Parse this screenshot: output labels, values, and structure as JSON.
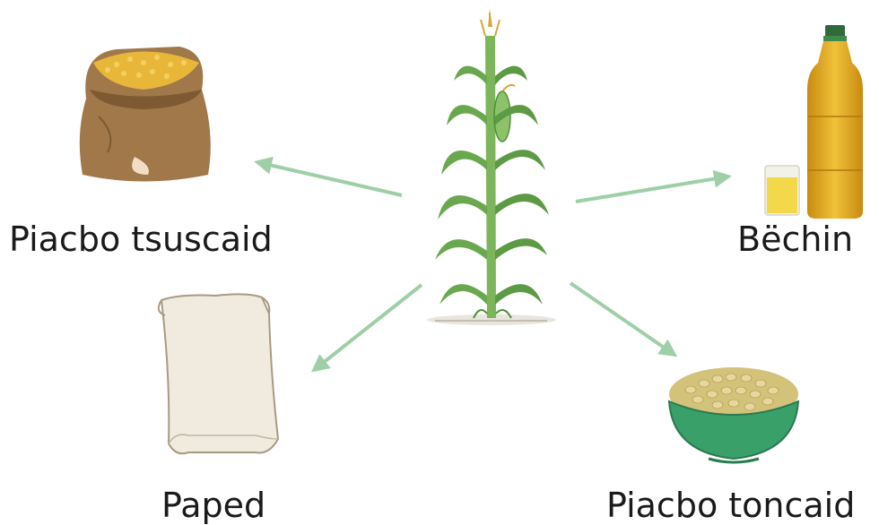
{
  "labels": {
    "sack": "Piacbo tsuscaid",
    "oil": "Bëchin",
    "paper": "Paped",
    "bowl": "Piacbo toncaid"
  },
  "colors": {
    "arrow": "#9ecfa6",
    "plant_leaf": "#6aa84f",
    "plant_leaf_dark": "#3f7f2e",
    "sack": "#a0784a",
    "grain": "#e8b73a",
    "oil": "#e2a91c",
    "bowl": "#3aa06a",
    "paper": "#f1ebdf"
  },
  "icons": [
    "corn-plant-icon",
    "grain-sack-icon",
    "oil-bottle-icon",
    "paper-scroll-icon",
    "grain-bowl-icon"
  ]
}
